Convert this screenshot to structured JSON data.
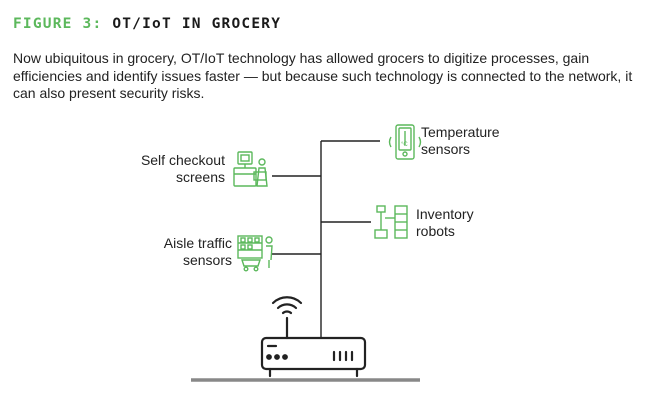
{
  "figure": {
    "prefix": "FIGURE 3:",
    "title": "OT/IoT IN GROCERY"
  },
  "intro": "Now ubiquitous in grocery, OT/IoT technology has allowed grocers to digitize processes, gain efficiencies and identify issues faster — but because such technology is connected to the network, it can also present security risks.",
  "nodes": {
    "self_checkout": {
      "line1": "Self checkout",
      "line2": "screens"
    },
    "aisle_traffic": {
      "line1": "Aisle traffic",
      "line2": "sensors"
    },
    "temperature": {
      "line1": "Temperature",
      "line2": "sensors"
    },
    "inventory": {
      "line1": "Inventory",
      "line2": "robots"
    }
  },
  "colors": {
    "accent": "#5cb85c",
    "line": "#222222",
    "ground": "#888888"
  },
  "icons": [
    "self-checkout-icon",
    "aisle-traffic-icon",
    "thermometer-icon",
    "inventory-robot-icon",
    "wifi-icon",
    "router-icon"
  ]
}
